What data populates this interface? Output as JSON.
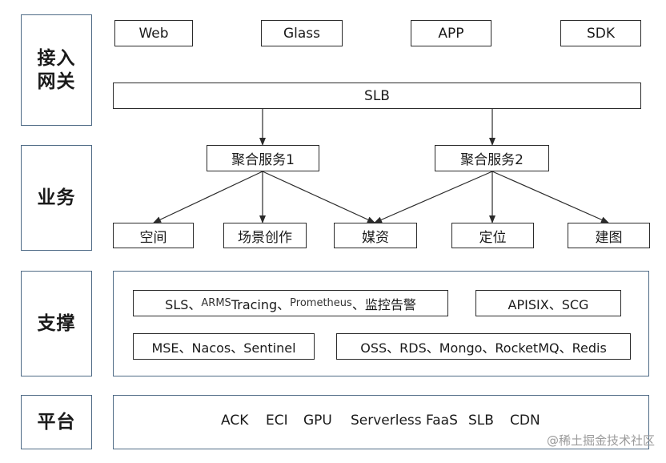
{
  "layers": {
    "access": "接入\n网关",
    "business": "业务",
    "support": "支撑",
    "platform": "平台"
  },
  "clients": [
    "Web",
    "Glass",
    "APP",
    "SDK"
  ],
  "slb": "SLB",
  "aggregations": [
    "聚合服务1",
    "聚合服务2"
  ],
  "services": [
    "空间",
    "场景创作",
    "媒资",
    "定位",
    "建图"
  ],
  "support": {
    "observability": {
      "part1": "SLS、",
      "part2": "ARMS",
      "part3": " Tracing、",
      "part4": "Prometheus",
      "part5": " 、监控告警"
    },
    "gateway": "APISIX、SCG",
    "registry": "MSE、Nacos、Sentinel",
    "storage": "OSS、RDS、Mongo、RocketMQ、Redis"
  },
  "platform_items": [
    "ACK",
    "ECI",
    "GPU",
    "Serverless FaaS",
    "SLB",
    "CDN"
  ],
  "watermark": "@稀土掘金技术社区",
  "colors": {
    "layer_border": "#4f6b86",
    "box_border": "#2b2b2b"
  }
}
